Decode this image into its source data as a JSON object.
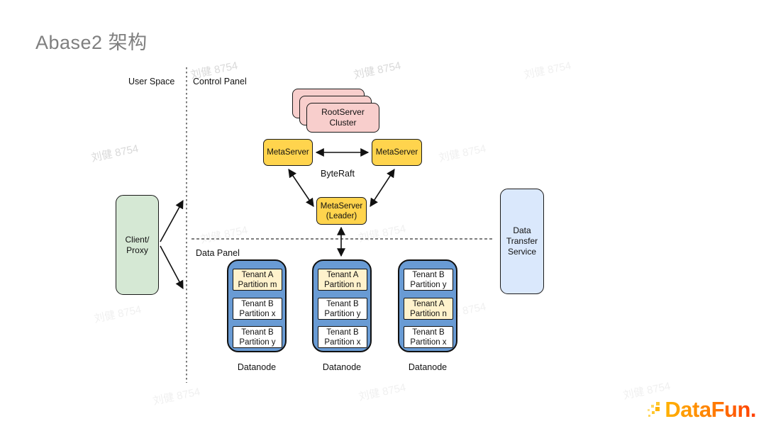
{
  "title": "Abase2 架构",
  "watermark": "刘健 8754",
  "labels": {
    "user_space": "User Space",
    "control_panel": "Control Panel",
    "data_panel": "Data Panel",
    "byteraft": "ByteRaft"
  },
  "nodes": {
    "rootserver_cluster": "RootServer\nCluster",
    "metaserver_left": "MetaServer",
    "metaserver_right": "MetaServer",
    "metaserver_leader": "MetaServer\n(Leader)",
    "client_proxy": "Client/\nProxy",
    "data_transfer_service": "Data\nTransfer\nService"
  },
  "datanodes": [
    {
      "label": "Datanode",
      "partitions": [
        {
          "text": "Tenant A\nPartition m",
          "highlight": true
        },
        {
          "text": "Tenant B\nPartition x",
          "highlight": false
        },
        {
          "text": "Tenant B\nPartition y",
          "highlight": false
        }
      ]
    },
    {
      "label": "Datanode",
      "partitions": [
        {
          "text": "Tenant A\nPartition n",
          "highlight": true
        },
        {
          "text": "Tenant B\nPartition y",
          "highlight": false
        },
        {
          "text": "Tenant B\nPartition x",
          "highlight": false
        }
      ]
    },
    {
      "label": "Datanode",
      "partitions": [
        {
          "text": "Tenant B\nPartition y",
          "highlight": false
        },
        {
          "text": "Tenant A\nPartition n",
          "highlight": true
        },
        {
          "text": "Tenant B\nPartition x",
          "highlight": false
        }
      ]
    }
  ],
  "colors": {
    "rootserver_fill": "#F8CECC",
    "metaserver_fill": "#FFD44D",
    "client_fill": "#D5E8D4",
    "transfer_fill": "#DAE8FC",
    "datanode_fill": "#699BD4",
    "partition_highlight_fill": "#FFF2CC",
    "partition_fill": "#FFFFFF",
    "title_color": "#7F7F7F",
    "logo_gradient_start": "#FFB300",
    "logo_gradient_end": "#FF3D00"
  },
  "logo": {
    "text": "DataFun."
  }
}
